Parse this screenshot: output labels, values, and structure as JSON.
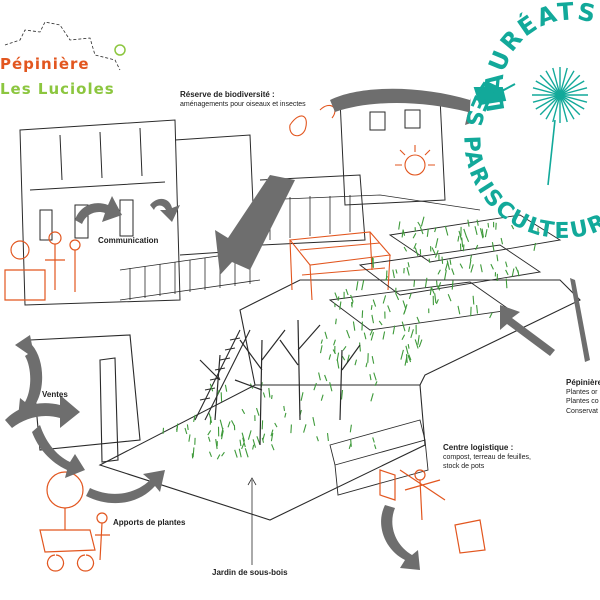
{
  "logo": {
    "line1": "Pépinière",
    "line2": "Les Lucioles"
  },
  "badge": {
    "top": "LAURÉATS",
    "bottom": "LES PARISCULTEURS"
  },
  "labels": {
    "reserve_title": "Réserve de biodiversité :",
    "reserve_sub": "aménagements pour oiseaux et insectes",
    "communication": "Communication",
    "ventes": "Ventes",
    "apports": "Apports de plantes",
    "jardin": "Jardin de sous-bois",
    "logistique_title": "Centre logistique :",
    "logistique_sub1": "compost, terreau de feuilles,",
    "logistique_sub2": "stock de pots",
    "pepiniere_title": "Pépinière",
    "pepiniere_sub1": "Plantes or",
    "pepiniere_sub2": "Plantes co",
    "pepiniere_sub3": "Conservat"
  },
  "colors": {
    "ink": "#2a2a2a",
    "orange": "#e2561f",
    "green": "#3e9a3a",
    "teal": "#12a99a",
    "light_green": "#8cc63f",
    "arrow": "#6e6e6e"
  }
}
